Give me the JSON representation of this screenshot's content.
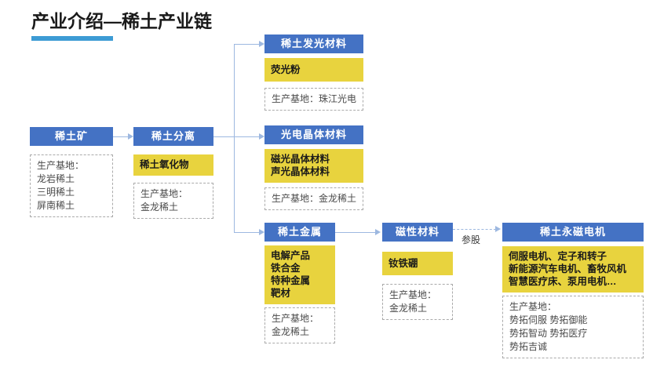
{
  "title": {
    "text": "产业介绍—稀土产业链",
    "accent_color": "#3d9bd4"
  },
  "colors": {
    "header_blue": "#4472C4",
    "highlight_yellow": "#E8D33E",
    "connector_blue": "#9DB8E0",
    "dashed_border": "#aaaaaa"
  },
  "nodes": {
    "mine": {
      "header": "稀土矿",
      "bases": [
        "生产基地：",
        "龙岩稀土",
        "三明稀土",
        "屏南稀土"
      ]
    },
    "separation": {
      "header": "稀土分离",
      "products": [
        "稀土氧化物"
      ],
      "bases": [
        "生产基地：",
        "金龙稀土"
      ]
    },
    "luminescent": {
      "header": "稀土发光材料",
      "products": [
        "荧光粉"
      ],
      "bases": [
        "生产基地：珠江光电"
      ]
    },
    "crystal": {
      "header": "光电晶体材料",
      "products": [
        "磁光晶体材料",
        "声光晶体材料"
      ],
      "bases": [
        "生产基地：金龙稀土"
      ]
    },
    "metal": {
      "header": "稀土金属",
      "products": [
        "电解产品",
        "铁合金",
        "特种金属",
        "靶材"
      ],
      "bases": [
        "生产基地：",
        "金龙稀土"
      ]
    },
    "magnetic": {
      "header": "磁性材料",
      "products": [
        "钕铁硼"
      ],
      "bases": [
        "生产基地：",
        "金龙稀土"
      ]
    },
    "motor": {
      "header": "稀土永磁电机",
      "products": [
        "伺服电机、定子和转子",
        "新能源汽车电机、畜牧风机",
        "智慧医疗床、泵用电机…"
      ],
      "bases": [
        "生产基地：",
        "势拓伺服 势拓御能",
        "势拓智动 势拓医疗",
        "势拓吉诚"
      ]
    }
  },
  "connectors": {
    "equity_label": "参股"
  }
}
